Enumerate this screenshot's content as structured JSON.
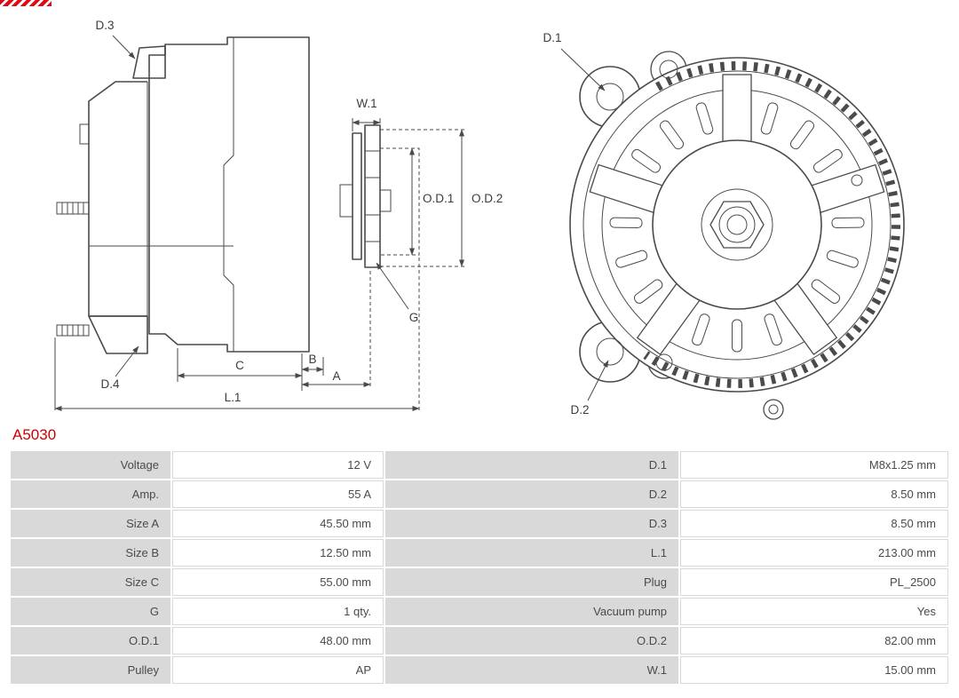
{
  "logo": {
    "brand_red": "#e30613"
  },
  "part": {
    "number": "A5030",
    "number_color": "#cc0000"
  },
  "diagram": {
    "side_labels": {
      "d3": "D.3",
      "d4": "D.4",
      "w1": "W.1",
      "od1": "O.D.1",
      "od2": "O.D.2",
      "g": "G",
      "a": "A",
      "b": "B",
      "c": "C",
      "l1": "L.1"
    },
    "front_labels": {
      "d1": "D.1",
      "d2": "D.2"
    }
  },
  "spec_table": {
    "rows": [
      {
        "left_label": "Voltage",
        "left_value": "12 V",
        "right_label": "D.1",
        "right_value": "M8x1.25 mm"
      },
      {
        "left_label": "Amp.",
        "left_value": "55 A",
        "right_label": "D.2",
        "right_value": "8.50 mm"
      },
      {
        "left_label": "Size A",
        "left_value": "45.50 mm",
        "right_label": "D.3",
        "right_value": "8.50 mm"
      },
      {
        "left_label": "Size B",
        "left_value": "12.50 mm",
        "right_label": "L.1",
        "right_value": "213.00 mm"
      },
      {
        "left_label": "Size C",
        "left_value": "55.00 mm",
        "right_label": "Plug",
        "right_value": "PL_2500"
      },
      {
        "left_label": "G",
        "left_value": "1 qty.",
        "right_label": "Vacuum pump",
        "right_value": "Yes"
      },
      {
        "left_label": "O.D.1",
        "left_value": "48.00 mm",
        "right_label": "O.D.2",
        "right_value": "82.00 mm"
      },
      {
        "left_label": "Pulley",
        "left_value": "AP",
        "right_label": "W.1",
        "right_value": "15.00 mm"
      }
    ]
  }
}
